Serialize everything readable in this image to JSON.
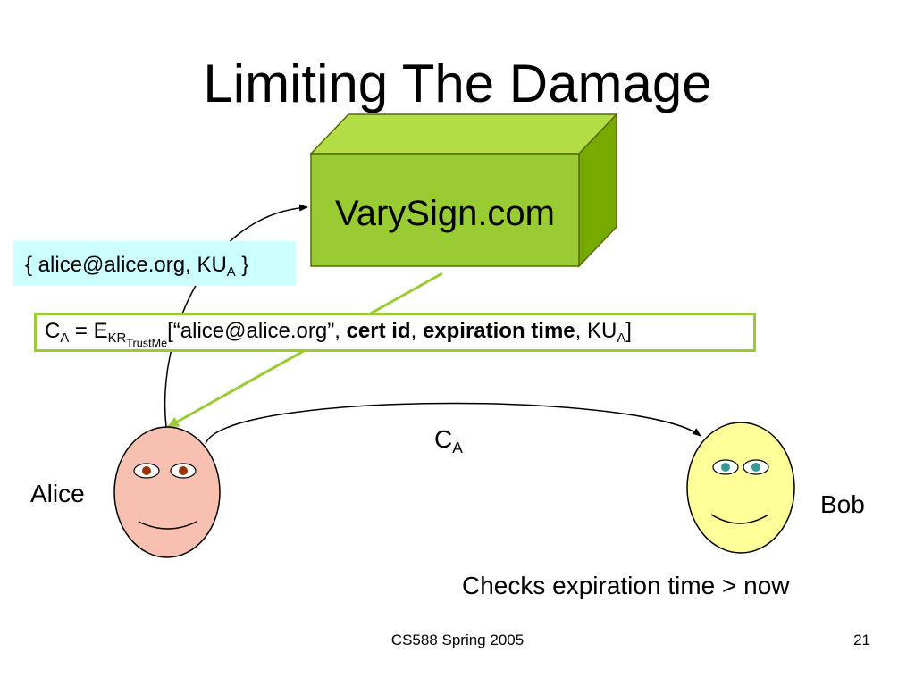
{
  "slide": {
    "title": "Limiting The Damage",
    "footer": "CS588 Spring 2005",
    "page_number": "21"
  },
  "diagram": {
    "ca_box_label": "VarySign.com",
    "key_request": {
      "open": "{ alice@alice.org, KU",
      "sub": "A",
      "close": " }"
    },
    "certificate": {
      "c": "C",
      "c_sub": "A",
      "eq": " = E",
      "kr": "KR",
      "kr_sub": "TrustMe",
      "open": "[“alice@alice.org”, ",
      "cert_id": "cert id",
      "comma1": ", ",
      "expiration": "expiration time",
      "comma2": ", KU",
      "ku_sub": "A",
      "close": "]"
    },
    "transfer_label": {
      "c": "C",
      "sub": "A"
    },
    "alice": {
      "name": "Alice",
      "face_color": "#f8c0b0",
      "eye_color": "#993300"
    },
    "bob": {
      "name": "Bob",
      "face_color": "#ffff99",
      "eye_color": "#339999"
    },
    "bob_check": "Checks expiration time > now",
    "colors": {
      "box_front": "#99cc33",
      "box_top": "#b2dd44",
      "box_side": "#77aa00",
      "arrow_green": "#99cc33",
      "key_request_bg": "#ccffff"
    }
  }
}
